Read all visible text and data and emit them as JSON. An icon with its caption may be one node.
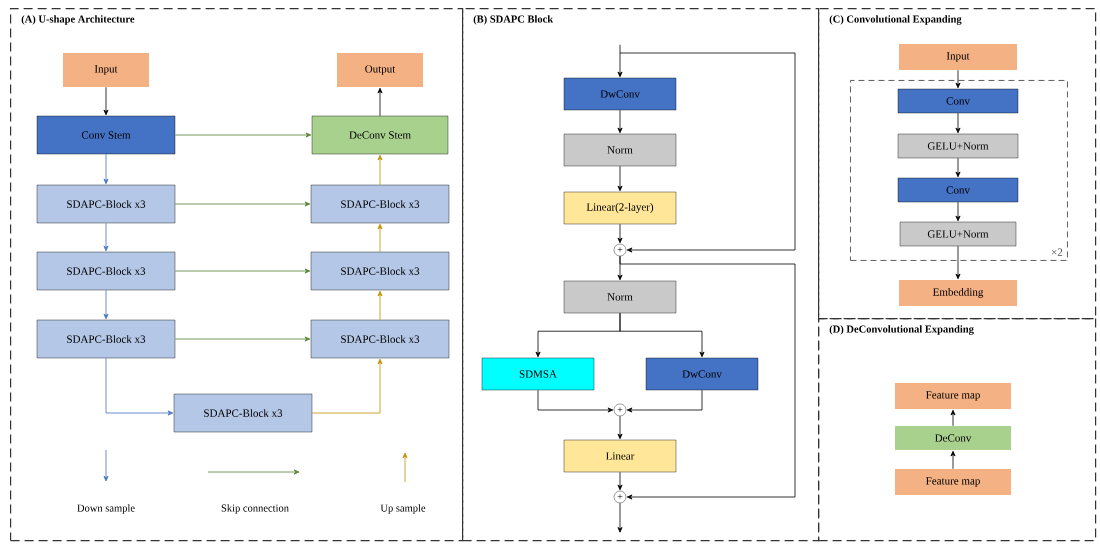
{
  "diagram": {
    "nodes": [
      {
        "text": [
          "(A) U-shape Architecture"
        ]
      },
      {
        "text": [
          "Input"
        ],
        "in": 0
      },
      {
        "text": [
          "Output"
        ],
        "in": 0
      },
      {
        "text": [
          "Conv Stem"
        ],
        "in": 0
      },
      {
        "text": [
          "DeConv Stem"
        ],
        "in": 0
      },
      {
        "text": [
          "SDAPC-Block x3"
        ],
        "in": 0
      },
      {
        "text": [
          "SDAPC-Block x3"
        ],
        "in": 0
      },
      {
        "text": [
          "SDAPC-Block x3"
        ],
        "in": 0
      },
      {
        "text": [
          "SDAPC-Block x3"
        ],
        "in": 0
      },
      {
        "text": [
          "SDAPC-Block x3"
        ],
        "in": 0
      },
      {
        "text": [
          "SDAPC-Block x3"
        ],
        "in": 0
      },
      {
        "text": [
          "SDAPC-Block x3"
        ],
        "in": 0
      },
      {
        "text": [
          "(B) SDAPC Block"
        ]
      },
      {
        "text": [
          "DwConv"
        ],
        "in": 12
      },
      {
        "text": [
          "Norm"
        ],
        "in": 12
      },
      {
        "text": [
          "Linear(2-layer)"
        ],
        "in": 12
      },
      {
        "text": [
          "+"
        ],
        "in": 12
      },
      {
        "text": [
          "Norm"
        ],
        "in": 12
      },
      {
        "text": [
          "SDMSA"
        ],
        "in": 12
      },
      {
        "text": [
          "DwConv"
        ],
        "in": 12
      },
      {
        "text": [
          "+"
        ],
        "in": 12
      },
      {
        "text": [
          "Linear"
        ],
        "in": 12
      },
      {
        "text": [
          "+"
        ],
        "in": 12
      },
      {
        "text": [
          "(C) Convolutional Expanding"
        ]
      },
      {
        "text": [
          "Input"
        ],
        "in": 23
      },
      {
        "text": [
          "×2"
        ],
        "in": 23
      },
      {
        "text": [
          "Conv"
        ],
        "in": 25
      },
      {
        "text": [
          "GELU+Norm"
        ],
        "in": 25
      },
      {
        "text": [
          "Conv"
        ],
        "in": 25
      },
      {
        "text": [
          "GELU+Norm"
        ],
        "in": 25
      },
      {
        "text": [
          "Embedding"
        ],
        "in": 23
      },
      {
        "text": [
          "(D) DeConvolutional Expanding"
        ]
      },
      {
        "text": [
          "Feature map"
        ],
        "in": 31
      },
      {
        "text": [
          "DeConv"
        ],
        "in": 31
      },
      {
        "text": [
          "Feature map"
        ],
        "in": 31
      }
    ],
    "edges": [
      {
        "from": 1,
        "to": 3,
        "arrow": "to"
      },
      {
        "from": 4,
        "to": 2,
        "arrow": "to"
      },
      {
        "from": 3,
        "to": 4,
        "arrow": "to",
        "color": "#548235"
      },
      {
        "from": 5,
        "to": 6,
        "arrow": "to",
        "color": "#548235"
      },
      {
        "from": 7,
        "to": 8,
        "arrow": "to",
        "color": "#548235"
      },
      {
        "from": 9,
        "to": 10,
        "arrow": "to",
        "color": "#548235"
      },
      {
        "from": 3,
        "to": 5,
        "arrow": "to",
        "color": "#4472c4"
      },
      {
        "from": 5,
        "to": 7,
        "arrow": "to",
        "color": "#4472c4"
      },
      {
        "from": 7,
        "to": 9,
        "arrow": "to",
        "color": "#4472c4"
      },
      {
        "from": 9,
        "to": 11,
        "arrow": "to",
        "color": "#4472c4"
      },
      {
        "from": 11,
        "to": 10,
        "arrow": "to",
        "color": "#bf9000"
      },
      {
        "from": 10,
        "to": 8,
        "arrow": "to",
        "color": "#bf9000"
      },
      {
        "from": 8,
        "to": 6,
        "arrow": "to",
        "color": "#bf9000"
      },
      {
        "from": 6,
        "to": 4,
        "arrow": "to",
        "color": "#bf9000"
      },
      {
        "from": null,
        "to": 13,
        "arrow": "to"
      },
      {
        "from": null,
        "to": 16,
        "arrow": "to"
      },
      {
        "from": 13,
        "to": 14,
        "arrow": "to"
      },
      {
        "from": 14,
        "to": 15,
        "arrow": "to"
      },
      {
        "from": 15,
        "to": 16,
        "arrow": "to"
      },
      {
        "from": 16,
        "to": 17,
        "arrow": "to"
      },
      {
        "from": 16,
        "to": 22,
        "arrow": "to"
      },
      {
        "from": 17,
        "to": 18,
        "arrow": "to"
      },
      {
        "from": 17,
        "to": 19,
        "arrow": "to"
      },
      {
        "from": 18,
        "to": 20,
        "arrow": "to"
      },
      {
        "from": 19,
        "to": 20,
        "arrow": "to"
      },
      {
        "from": 20,
        "to": 21,
        "arrow": "to"
      },
      {
        "from": 21,
        "to": 22,
        "arrow": "to"
      },
      {
        "from": 22,
        "to": null,
        "arrow": "to"
      },
      {
        "from": 24,
        "to": 26,
        "arrow": "to"
      },
      {
        "from": 26,
        "to": 27,
        "arrow": "to"
      },
      {
        "from": 27,
        "to": 28,
        "arrow": "to"
      },
      {
        "from": 28,
        "to": 29,
        "arrow": "to"
      },
      {
        "from": 29,
        "to": 30,
        "arrow": "to"
      },
      {
        "from": 34,
        "to": 33,
        "arrow": "to"
      },
      {
        "from": 33,
        "to": 32,
        "arrow": "to"
      }
    ],
    "legend": [
      {
        "text": "Down sample"
      },
      {
        "text": "Skip connection"
      },
      {
        "text": "Up sample"
      }
    ]
  }
}
